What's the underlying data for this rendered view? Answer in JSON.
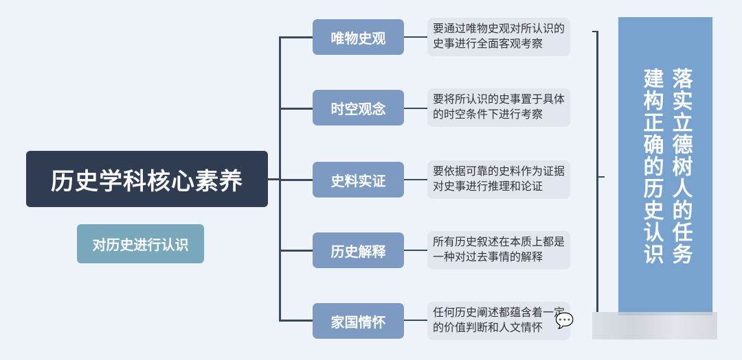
{
  "root": {
    "title": "历史学科核心素养",
    "subtitle": "对历史进行认识"
  },
  "branches": [
    {
      "label": "唯物史观",
      "desc": "要通过唯物史观对所认识的史事进行全面客观考察"
    },
    {
      "label": "时空观念",
      "desc": "要将所认识的史事置于具体的时空条件下进行考察"
    },
    {
      "label": "史料实证",
      "desc": "要依据可靠的史料作为证据对史事进行推理和论证"
    },
    {
      "label": "历史解释",
      "desc": "所有历史叙述在本质上都是一种对过去事情的解释"
    },
    {
      "label": "家国情怀",
      "desc": "任何历史阐述都蕴含着一定的价值判断和人文情怀"
    }
  ],
  "goal": {
    "line1": "落实立德树人的任务",
    "line2": "建构正确的历史认识"
  },
  "colors": {
    "root": "#2f3c52",
    "node": "#7d9ac2",
    "goal": "#78a3cf",
    "sub": "#79a7bb"
  }
}
